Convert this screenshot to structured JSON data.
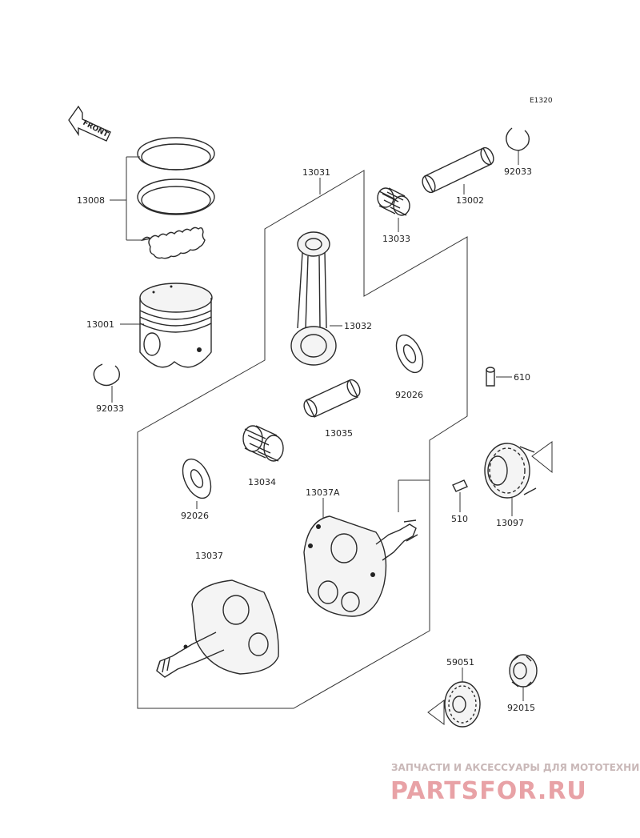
{
  "diagram_code": "E1320",
  "front_label": "FRONT",
  "parts": {
    "p13008": "13008",
    "p13001": "13001",
    "p92033_left": "92033",
    "p13031": "13031",
    "p13033": "13033",
    "p13002": "13002",
    "p92033_right": "92033",
    "p13032": "13032",
    "p92026_upper": "92026",
    "p610": "610",
    "p13035": "13035",
    "p13034": "13034",
    "p92026_lower": "92026",
    "p13037A": "13037A",
    "p510": "510",
    "p13097": "13097",
    "p13037": "13037",
    "p59051": "59051",
    "p92015": "92015"
  },
  "watermark": {
    "tagline": "ЗАПЧАСТИ И АКСЕССУАРЫ ДЛЯ МОТОТЕХНИКИ",
    "logo": "PARTSFOR.RU"
  },
  "colors": {
    "line": "#2a2a2a",
    "watermark_logo": "#e8a2a6",
    "watermark_text": "#c9b8b8"
  }
}
